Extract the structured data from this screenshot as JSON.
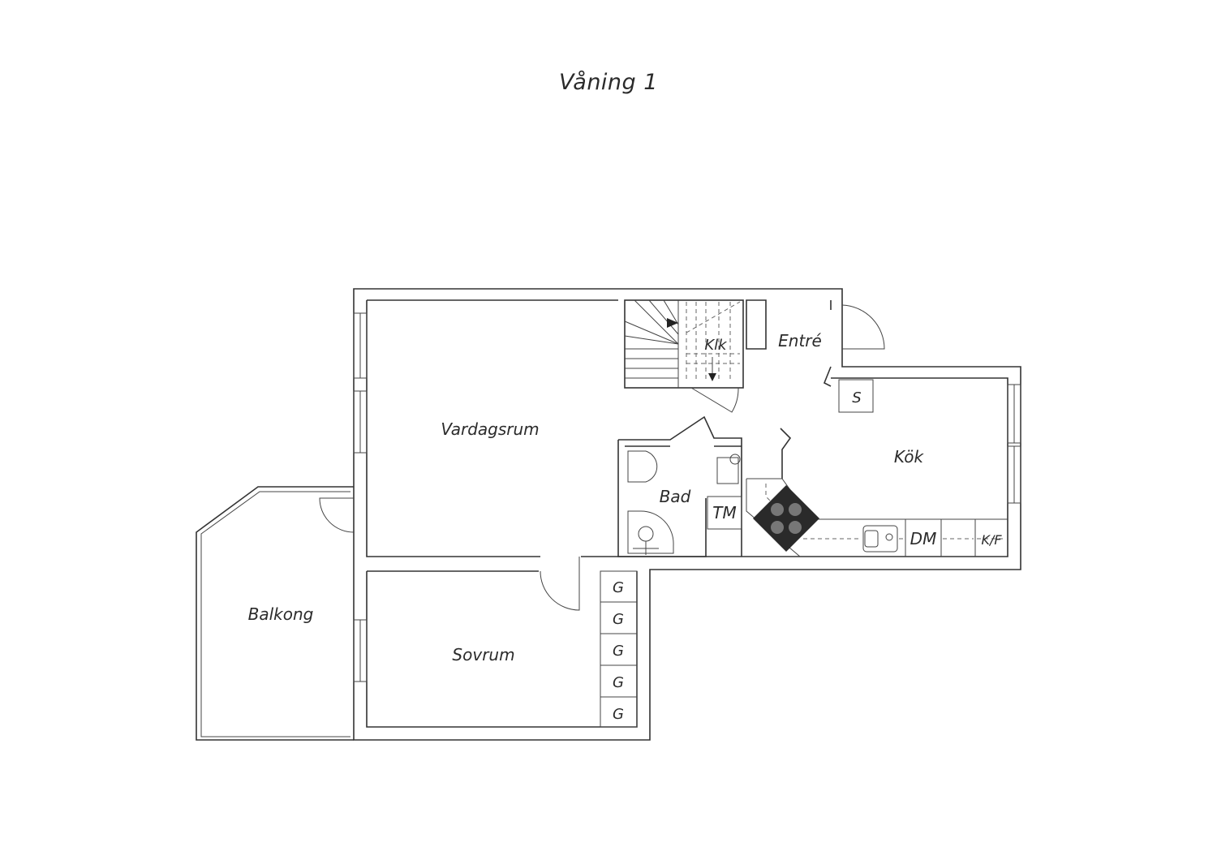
{
  "title": "Våning 1",
  "rooms": {
    "vardagsrum": "Vardagsrum",
    "sovrum": "Sovrum",
    "balkong": "Balkong",
    "kok": "Kök",
    "bad": "Bad",
    "entre": "Entré",
    "klk": "Klk"
  },
  "fixtures": {
    "storage": "S",
    "washer": "TM",
    "dishwasher": "DM",
    "fridge": "K/F",
    "wardrobes": [
      "G",
      "G",
      "G",
      "G",
      "G"
    ]
  }
}
